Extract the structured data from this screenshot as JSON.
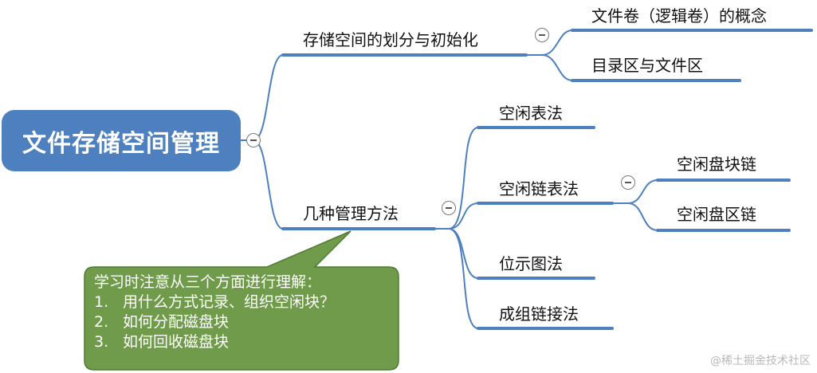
{
  "root": {
    "label": "文件存储空间管理"
  },
  "branches": [
    {
      "label": "存储空间的划分与初始化",
      "children": [
        "文件卷（逻辑卷）的概念",
        "目录区与文件区"
      ]
    },
    {
      "label": "几种管理方法",
      "children": [
        {
          "label": "空闲表法"
        },
        {
          "label": "空闲链表法",
          "children": [
            "空闲盘块链",
            "空闲盘区链"
          ]
        },
        {
          "label": "位示图法"
        },
        {
          "label": "成组链接法"
        }
      ]
    }
  ],
  "callout": {
    "title": "学习时注意从三个方面进行理解：",
    "items": [
      {
        "num": "1.",
        "text": "用什么方式记录、组织空闲块？"
      },
      {
        "num": "2.",
        "text": "如何分配磁盘块"
      },
      {
        "num": "3.",
        "text": "如何回收磁盘块"
      }
    ]
  },
  "colors": {
    "root_fill": "#4e7fbe",
    "line": "#4e7fbe",
    "callout_fill": "#6f9b4a",
    "callout_stroke": "#4f7a33"
  },
  "watermark": "@稀土掘金技术社区"
}
